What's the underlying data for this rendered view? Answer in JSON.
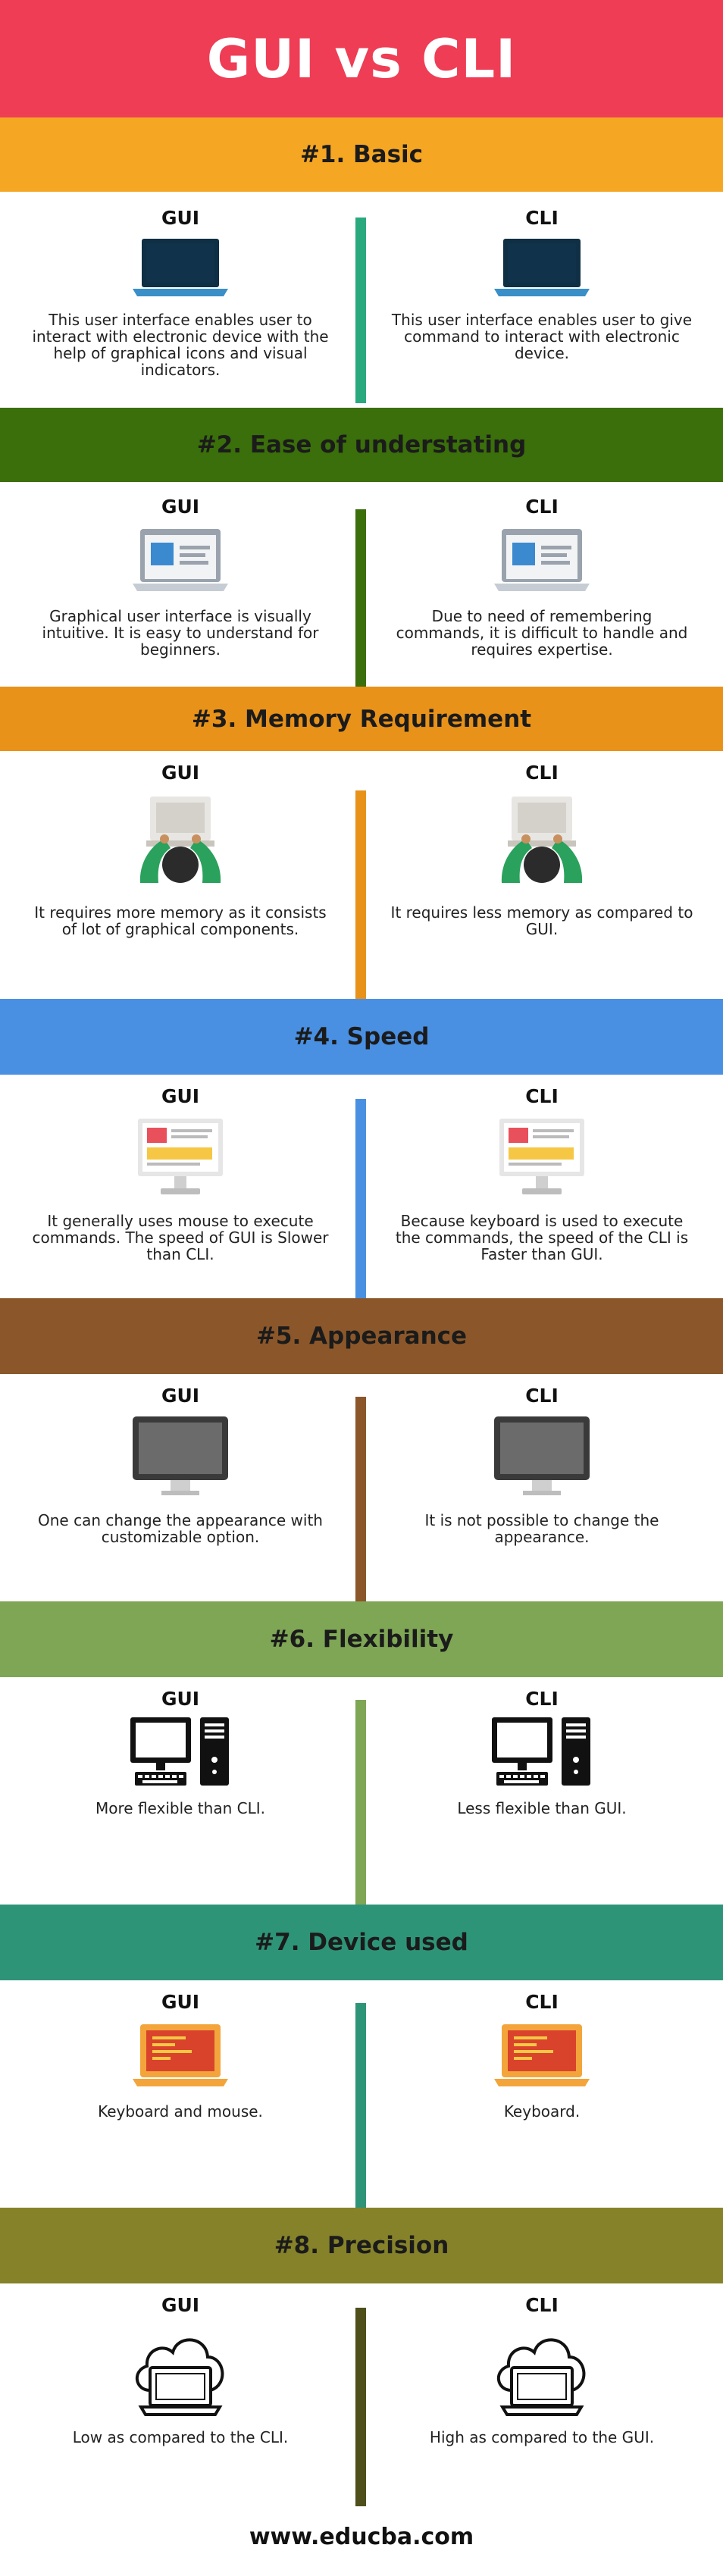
{
  "page": {
    "title": "GUI vs CLI",
    "footer": "www.educba.com"
  },
  "colors": {
    "title_bg": "#ee3d55",
    "s1": "#f5a623",
    "s1_divider": "#2aa97f",
    "s2": "#3a6f0b",
    "s3": "#e8921a",
    "s4": "#4a90e2",
    "s5": "#8b572a",
    "s6": "#7ea655",
    "s7": "#2e9478",
    "s8": "#86822a",
    "s8_divider": "#4e4f1a"
  },
  "sections": [
    {
      "heading": "#1. Basic",
      "left": {
        "head": "GUI",
        "icon": "laptop-icon",
        "text": "This user interface enables user to interact with electronic device with the help of graphical icons and visual indicators."
      },
      "right": {
        "head": "CLI",
        "icon": "laptop-icon",
        "text": "This user interface enables user to give command to interact with electronic device."
      }
    },
    {
      "heading": "#2. Ease of understating",
      "left": {
        "head": "GUI",
        "icon": "browser-window-laptop-icon",
        "text": "Graphical user interface is visually intuitive. It is easy to understand for beginners."
      },
      "right": {
        "head": "CLI",
        "icon": "browser-window-laptop-icon",
        "text": "Due to need of remembering commands, it is difficult to handle and requires expertise."
      }
    },
    {
      "heading": "#3. Memory Requirement",
      "left": {
        "head": "GUI",
        "icon": "person-at-computer-icon",
        "text": "It requires more memory as it consists of lot of graphical components."
      },
      "right": {
        "head": "CLI",
        "icon": "person-at-computer-icon",
        "text": "It requires less memory as compared to GUI."
      }
    },
    {
      "heading": "#4. Speed",
      "left": {
        "head": "GUI",
        "icon": "monitor-webpage-icon",
        "text": "It generally uses mouse to execute commands. The speed of GUI is Slower than CLI."
      },
      "right": {
        "head": "CLI",
        "icon": "monitor-webpage-icon",
        "text": "Because keyboard is used to execute the commands, the speed of the CLI is Faster than GUI."
      }
    },
    {
      "heading": "#5. Appearance",
      "left": {
        "head": "GUI",
        "icon": "monitor-icon",
        "text": "One can change the appearance with customizable option."
      },
      "right": {
        "head": "CLI",
        "icon": "monitor-icon",
        "text": "It is not possible to change the appearance."
      }
    },
    {
      "heading": "#6. Flexibility",
      "left": {
        "head": "GUI",
        "icon": "desktop-computer-icon",
        "text": "More flexible than CLI."
      },
      "right": {
        "head": "CLI",
        "icon": "desktop-computer-icon",
        "text": "Less flexible than GUI."
      }
    },
    {
      "heading": "#7. Device used",
      "left": {
        "head": "GUI",
        "icon": "code-laptop-icon",
        "text": "Keyboard and mouse."
      },
      "right": {
        "head": "CLI",
        "icon": "code-laptop-icon",
        "text": "Keyboard."
      }
    },
    {
      "heading": "#8. Precision",
      "left": {
        "head": "GUI",
        "icon": "cloud-laptop-icon",
        "text": "Low as compared to the CLI."
      },
      "right": {
        "head": "CLI",
        "icon": "cloud-laptop-icon",
        "text": "High as compared to the GUI."
      }
    }
  ]
}
